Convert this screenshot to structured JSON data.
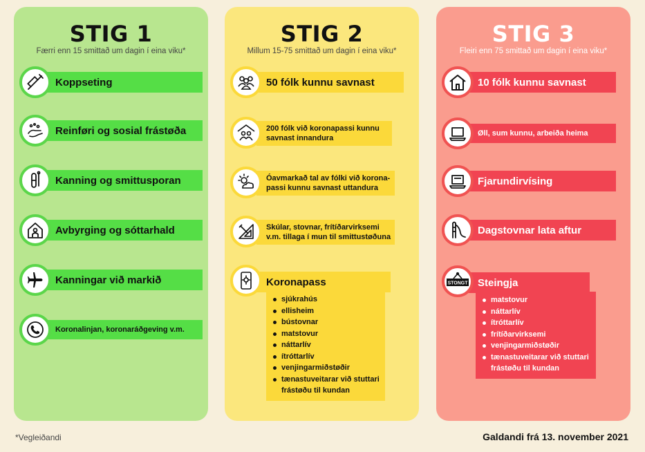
{
  "stig1": {
    "title": "STIG 1",
    "subtitle": "Færri enn 15 smittað um dagin í eina viku*",
    "items": [
      {
        "label": "Koppseting",
        "icon": "syringe-icon"
      },
      {
        "label": "Reinføri og sosial frástøða",
        "icon": "handwash-icon"
      },
      {
        "label": "Kanning og smittusporan",
        "icon": "test-tube-icon"
      },
      {
        "label": "Avbyrging og sóttarhald",
        "icon": "house-person-icon"
      },
      {
        "label": "Kanningar við markið",
        "icon": "airplane-icon"
      },
      {
        "label": "Koronalinjan, koronaráðgeving v.m.",
        "icon": "phone-icon"
      }
    ]
  },
  "stig2": {
    "title": "STIG 2",
    "subtitle": "Millum 15-75 smittað um dagin í eina viku*",
    "items": [
      {
        "label": "50 fólk kunnu savnast",
        "icon": "group-icon"
      },
      {
        "label": "200 fólk við koronapassi kunnu savnast innandura",
        "icon": "group-indoor-icon"
      },
      {
        "label": "Óavmarkað tal av fólki við korona-passi kunnu savnast uttandura",
        "icon": "outdoor-weather-icon"
      },
      {
        "label": "Skúlar, stovnar, frítíðarvirksemi v.m. tillaga í mun til smittustøðuna",
        "icon": "ruler-triangle-icon"
      },
      {
        "label": "Koronapass",
        "icon": "phone-pass-icon"
      }
    ],
    "pass_list": [
      "sjúkrahús",
      "ellisheim",
      "bústovnar",
      "matstovur",
      "náttarlív",
      "ítróttarlív",
      "venjingarmiðstøðir",
      "tænastuveitarar við stuttari frástøðu til kundan"
    ]
  },
  "stig3": {
    "title": "STIG 3",
    "subtitle": "Fleiri enn 75 smittað um dagin í eina viku*",
    "items": [
      {
        "label": "10 fólk kunnu savnast",
        "icon": "house-icon"
      },
      {
        "label": "Øll, sum kunnu, arbeiða heima",
        "icon": "laptop-icon"
      },
      {
        "label": "Fjarundirvísing",
        "icon": "laptop-remote-icon"
      },
      {
        "label": "Dagstovnar lata aftur",
        "icon": "playground-slide-icon"
      },
      {
        "label": "Steingja",
        "icon": "closed-sign-icon"
      }
    ],
    "sign_text": "STONGT",
    "closed_list": [
      "matstovur",
      "náttarlív",
      "ítróttarlív",
      "frítíðarvirksemi",
      "venjingarmiðstøðir",
      "tænastuveitarar við stuttari frástøðu til kundan"
    ]
  },
  "footer": {
    "note": "*Vegleiðandi",
    "date": "Galdandi frá 13. november 2021"
  }
}
